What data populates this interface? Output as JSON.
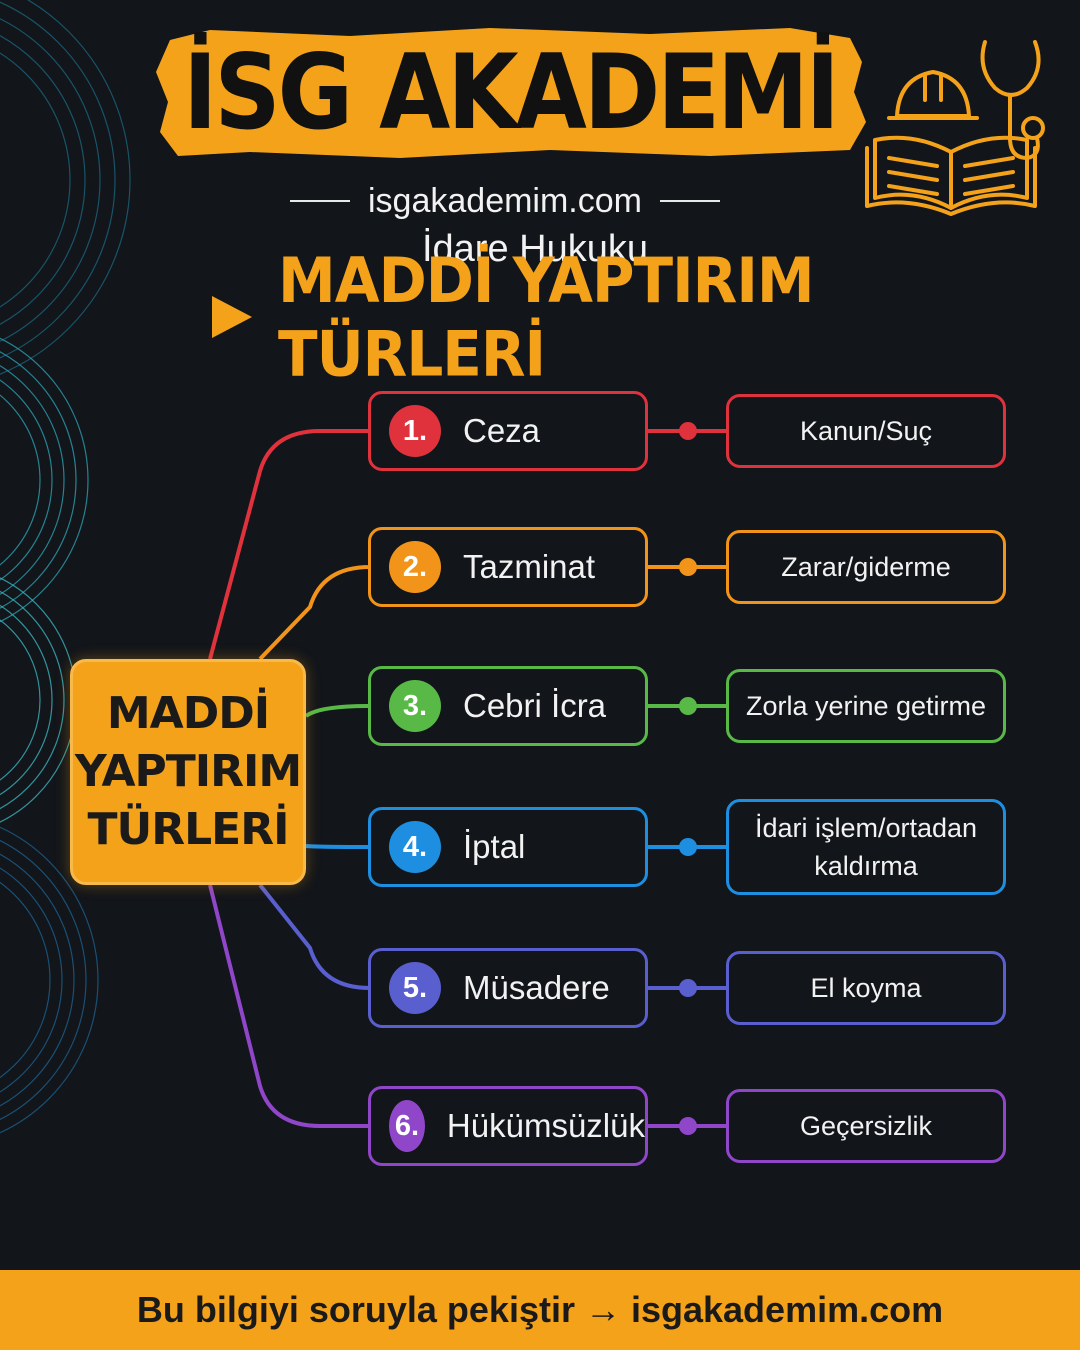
{
  "header": {
    "brand": "İSG AKADEMİ",
    "site": "isgakademim.com",
    "subject": "İdare Hukuku",
    "title": "MADDİ YAPTIRIM TÜRLERİ"
  },
  "diagram": {
    "root_label": "MADDİ\nYAPTIRIM\nTÜRLERİ",
    "items": [
      {
        "num": "1.",
        "label": "Ceza",
        "desc": "Kanun/Suç",
        "color": "#e0323c"
      },
      {
        "num": "2.",
        "label": "Tazminat",
        "desc": "Zarar/giderme",
        "color": "#f29419"
      },
      {
        "num": "3.",
        "label": "Cebri İcra",
        "desc": "Zorla yerine getirme",
        "color": "#58b947"
      },
      {
        "num": "4.",
        "label": "İptal",
        "desc": "İdari işlem/ortadan kaldırma",
        "color": "#1e8fe0"
      },
      {
        "num": "5.",
        "label": "Müsadere",
        "desc": "El koyma",
        "color": "#5a5fcf"
      },
      {
        "num": "6.",
        "label": "Hükümsüzlük",
        "desc": "Geçersizlik",
        "color": "#9046c8"
      }
    ]
  },
  "footer": {
    "text": "Bu bilgiyi soruyla pekiştir → isgakademim.com"
  },
  "colors": {
    "accent": "#f5a21b",
    "background": "#12151a"
  },
  "icons": [
    "hard-hat-icon",
    "stethoscope-icon",
    "open-book-icon",
    "play-arrow-icon"
  ]
}
